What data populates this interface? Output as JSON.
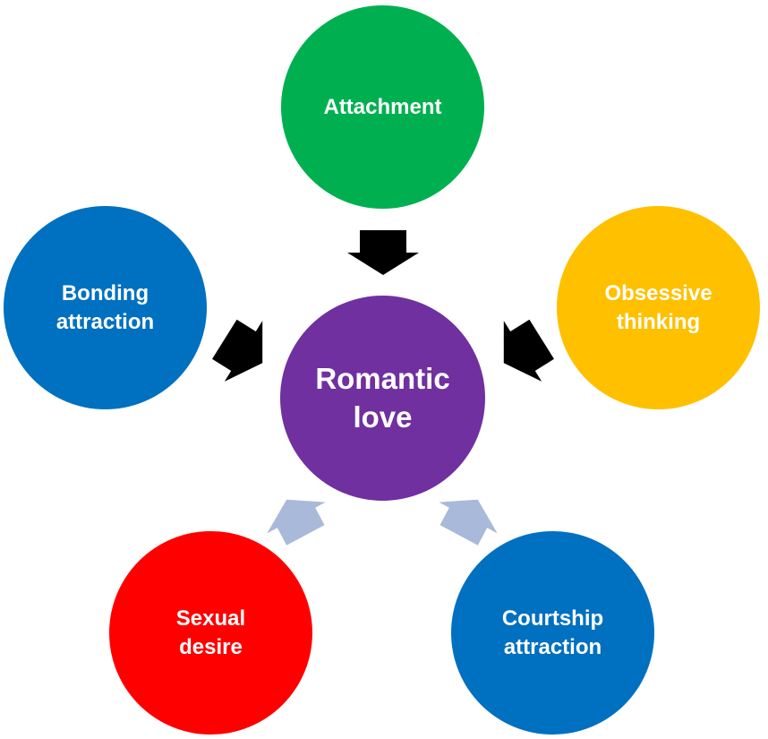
{
  "diagram": {
    "center": {
      "label": "Romantic\nlove",
      "color": "#7030a0"
    },
    "nodes": [
      {
        "id": "attachment",
        "label": "Attachment",
        "color": "#00b050"
      },
      {
        "id": "bonding",
        "label": "Bonding\nattraction",
        "color": "#0070c0"
      },
      {
        "id": "obsessive",
        "label": "Obsessive\nthinking",
        "color": "#ffc000"
      },
      {
        "id": "sexual",
        "label": "Sexual\ndesire",
        "color": "#ff0000"
      },
      {
        "id": "courtship",
        "label": "Courtship\nattraction",
        "color": "#0070c0"
      }
    ],
    "arrows": {
      "dark_color": "#000000",
      "light_color": "#a9b9d9",
      "items": [
        {
          "from": "attachment",
          "style": "dark"
        },
        {
          "from": "bonding",
          "style": "dark"
        },
        {
          "from": "obsessive",
          "style": "dark"
        },
        {
          "from": "sexual",
          "style": "light"
        },
        {
          "from": "courtship",
          "style": "light"
        }
      ]
    }
  }
}
